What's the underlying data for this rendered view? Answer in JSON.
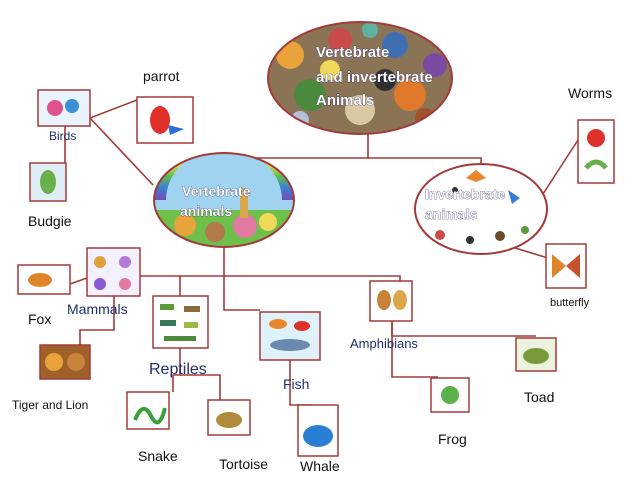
{
  "colors": {
    "connector": "#a33a3a",
    "frame": "#a33a3a",
    "category_label": "#1f2f6e",
    "leaf_label": "#111111"
  },
  "root": {
    "title_lines": [
      "Vertebrate",
      "and invertebrate",
      "Animals"
    ]
  },
  "vertebrate": {
    "title_lines": [
      "Vertebrate",
      "animals"
    ]
  },
  "invertebrate": {
    "title_lines": [
      "Invertebrate",
      "animals"
    ]
  },
  "categories": {
    "birds": "Birds",
    "mammals": "Mammals",
    "reptiles": "Reptiles",
    "fish": "Fish",
    "amphibians": "Amphibians"
  },
  "leaves": {
    "parrot": "parrot",
    "budgie": "Budgie",
    "fox": "Fox",
    "tiger_lion": "Tiger and  Lion",
    "snake": "Snake",
    "tortoise": "Tortoise",
    "whale": "Whale",
    "frog": "Frog",
    "toad": "Toad",
    "worms": "Worms",
    "butterfly": "butterfly"
  }
}
